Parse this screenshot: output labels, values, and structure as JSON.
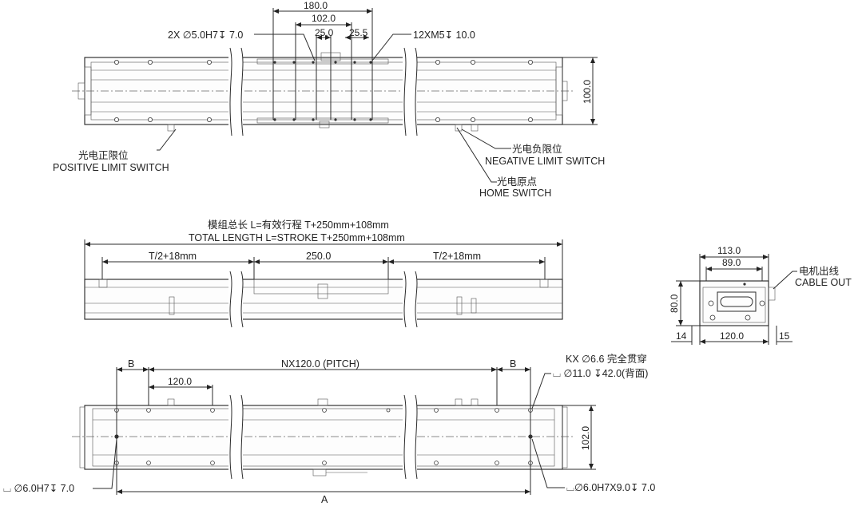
{
  "top_view": {
    "dim_180": "180.0",
    "dim_102": "102.0",
    "dim_25a": "25.0",
    "dim_25b": "25.5",
    "dim_100": "100.0",
    "callout_pin": "2X ∅5.0H7↧ 7.0",
    "callout_thread": "12XM5↧ 10.0",
    "pos_cn": "光电正限位",
    "pos_en": "POSITIVE LIMIT SWITCH",
    "neg_cn": "光电负限位",
    "neg_en": "NEGATIVE LIMIT SWITCH",
    "home_cn": "光电原点",
    "home_en": "HOME SWITCH"
  },
  "front_view": {
    "total_cn": "模组总长 L=有效行程 T+250mm+108mm",
    "total_en": "TOTAL LENGTH L=STROKE T+250mm+108mm",
    "left_seg": "T/2+18mm",
    "mid_seg": "250.0",
    "right_seg": "T/2+18mm"
  },
  "end_view": {
    "dim_113": "113.0",
    "dim_89": "89.0",
    "dim_80": "80.0",
    "dim_14": "14",
    "dim_120": "120.0",
    "dim_15": "15",
    "cable_cn": "电机出线",
    "cable_en": "CABLE OUT"
  },
  "bottom_view": {
    "b_left": "B",
    "b_right": "B",
    "pitch": "NX120.0 (PITCH)",
    "dim_120": "120.0",
    "dim_102": "102.0",
    "dim_a": "A",
    "kx_line1": "KX ∅6.6 完全贯穿",
    "kx_line2": "⌴ ∅11.0 ↧42.0(背面)",
    "pin_left": "⌴ ∅6.0H7↧ 7.0",
    "pin_right": "⌴∅6.0H7X9.0↧ 7.0"
  },
  "colors": {
    "line": "#222222",
    "background": "#ffffff"
  }
}
